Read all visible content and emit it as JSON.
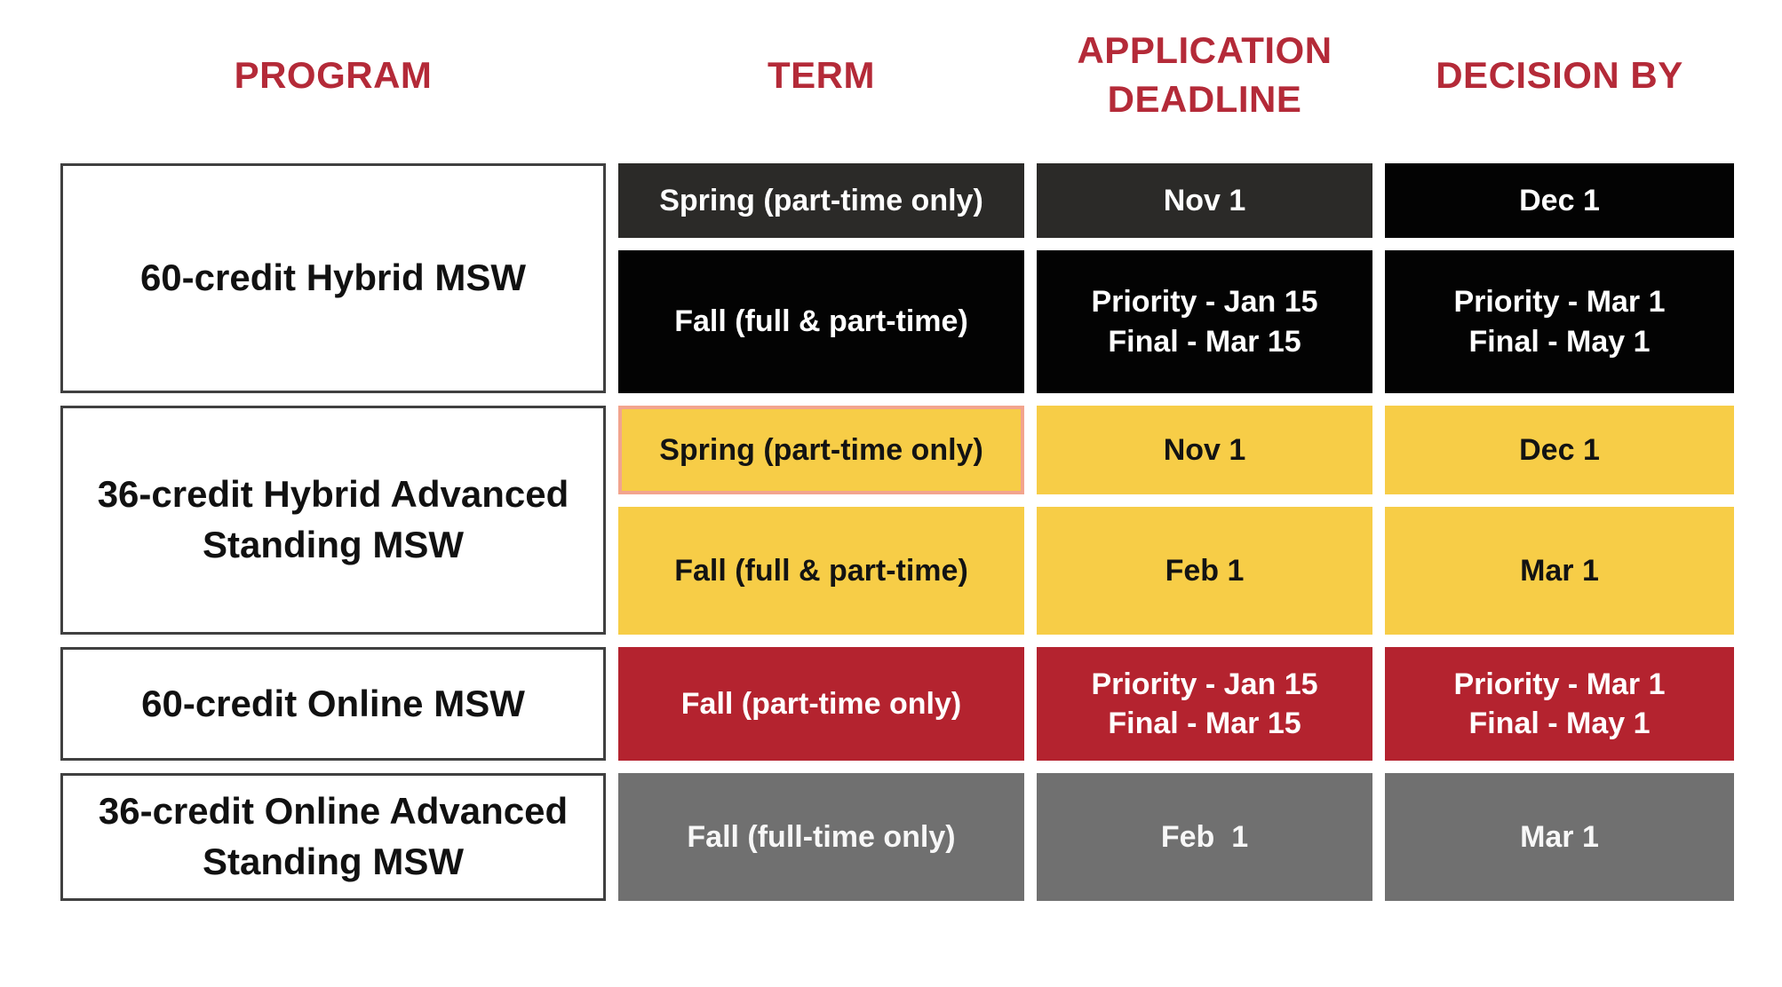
{
  "table": {
    "headers": {
      "program": "PROGRAM",
      "term": "TERM",
      "deadline": "APPLICATION DEADLINE",
      "decision": "DECISION BY"
    },
    "programs": [
      {
        "name": "60-credit Hybrid MSW",
        "rows": [
          {
            "term": "Spring (part-time only)",
            "deadline": "Nov 1",
            "decision": "Dec 1"
          },
          {
            "term": "Fall (full & part-time)",
            "deadline_lines": [
              "Priority - Jan 15",
              "Final - Mar 15"
            ],
            "decision_lines": [
              "Priority - Mar 1",
              "Final - May 1"
            ]
          }
        ]
      },
      {
        "name": "36-credit Hybrid Advanced Standing MSW",
        "rows": [
          {
            "term": "Spring (part-time only)",
            "deadline": "Nov 1",
            "decision": "Dec 1"
          },
          {
            "term": "Fall (full & part-time)",
            "deadline": "Feb 1",
            "decision": "Mar 1"
          }
        ]
      },
      {
        "name": "60-credit Online MSW",
        "rows": [
          {
            "term": "Fall (part-time only)",
            "deadline_lines": [
              "Priority - Jan 15",
              "Final - Mar 15"
            ],
            "decision_lines": [
              "Priority - Mar 1",
              "Final - May 1"
            ]
          }
        ]
      },
      {
        "name": "36-credit Online Advanced Standing MSW",
        "rows": [
          {
            "term": "Fall (full-time only)",
            "deadline": "Feb  1",
            "decision": "Mar 1"
          }
        ]
      }
    ]
  },
  "colors": {
    "header_text": "#b42a38",
    "charcoal_cell": "#2b2a28",
    "black_cell": "#030303",
    "yellow_cell": "#f7cd47",
    "highlight_border": "#f2a48e",
    "red_cell": "#b4232f",
    "gray_cell": "#707070",
    "program_box_border": "#404040"
  },
  "chart_data": {
    "type": "table",
    "columns": [
      "PROGRAM",
      "TERM",
      "APPLICATION DEADLINE",
      "DECISION BY"
    ],
    "rows": [
      [
        "60-credit Hybrid MSW",
        "Spring (part-time only)",
        "Nov 1",
        "Dec 1"
      ],
      [
        "60-credit Hybrid MSW",
        "Fall (full & part-time)",
        "Priority - Jan 15; Final - Mar 15",
        "Priority - Mar 1; Final - May 1"
      ],
      [
        "36-credit Hybrid Advanced Standing MSW",
        "Spring (part-time only)",
        "Nov 1",
        "Dec 1"
      ],
      [
        "36-credit Hybrid Advanced Standing MSW",
        "Fall (full & part-time)",
        "Feb 1",
        "Mar 1"
      ],
      [
        "60-credit Online MSW",
        "Fall (part-time only)",
        "Priority - Jan 15; Final - Mar 15",
        "Priority - Mar 1; Final - May 1"
      ],
      [
        "36-credit Online Advanced Standing MSW",
        "Fall (full-time only)",
        "Feb 1",
        "Mar 1"
      ]
    ],
    "legend_position": "none",
    "grid": false
  }
}
